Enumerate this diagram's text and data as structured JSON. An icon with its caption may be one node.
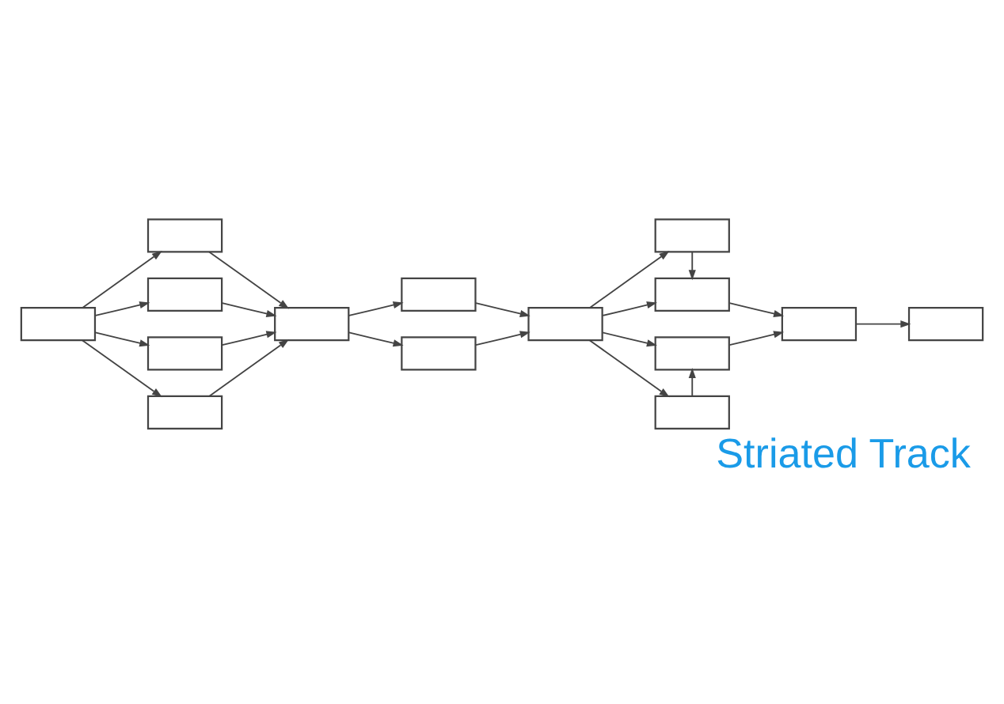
{
  "diagram": {
    "caption": "Striated Track",
    "nodes": [
      {
        "text": [],
        "shape": "box"
      },
      {
        "text": [],
        "shape": "box"
      },
      {
        "text": [],
        "shape": "box"
      },
      {
        "text": [],
        "shape": "box"
      },
      {
        "text": [],
        "shape": "box"
      },
      {
        "text": [],
        "shape": "box"
      },
      {
        "text": [],
        "shape": "box"
      },
      {
        "text": [],
        "shape": "box"
      },
      {
        "text": [],
        "shape": "box"
      },
      {
        "text": [],
        "shape": "box"
      },
      {
        "text": [],
        "shape": "box"
      },
      {
        "text": [],
        "shape": "box"
      },
      {
        "text": [],
        "shape": "box"
      },
      {
        "text": [],
        "shape": "box"
      },
      {
        "text": [],
        "shape": "box"
      }
    ],
    "edges": [
      {
        "from": 0,
        "to": 1,
        "arrow": "to"
      },
      {
        "from": 0,
        "to": 2,
        "arrow": "to"
      },
      {
        "from": 0,
        "to": 3,
        "arrow": "to"
      },
      {
        "from": 0,
        "to": 4,
        "arrow": "to"
      },
      {
        "from": 1,
        "to": 5,
        "arrow": "to"
      },
      {
        "from": 2,
        "to": 5,
        "arrow": "to"
      },
      {
        "from": 3,
        "to": 5,
        "arrow": "to"
      },
      {
        "from": 4,
        "to": 5,
        "arrow": "to"
      },
      {
        "from": 5,
        "to": 6,
        "arrow": "to"
      },
      {
        "from": 5,
        "to": 7,
        "arrow": "to"
      },
      {
        "from": 6,
        "to": 8,
        "arrow": "to"
      },
      {
        "from": 7,
        "to": 8,
        "arrow": "to"
      },
      {
        "from": 8,
        "to": 9,
        "arrow": "to"
      },
      {
        "from": 8,
        "to": 10,
        "arrow": "to"
      },
      {
        "from": 8,
        "to": 11,
        "arrow": "to"
      },
      {
        "from": 8,
        "to": 12,
        "arrow": "to"
      },
      {
        "from": 9,
        "to": 10,
        "arrow": "to"
      },
      {
        "from": 12,
        "to": 11,
        "arrow": "to"
      },
      {
        "from": 10,
        "to": 13,
        "arrow": "to"
      },
      {
        "from": 11,
        "to": 13,
        "arrow": "to"
      },
      {
        "from": 13,
        "to": 14,
        "arrow": "to"
      }
    ]
  }
}
